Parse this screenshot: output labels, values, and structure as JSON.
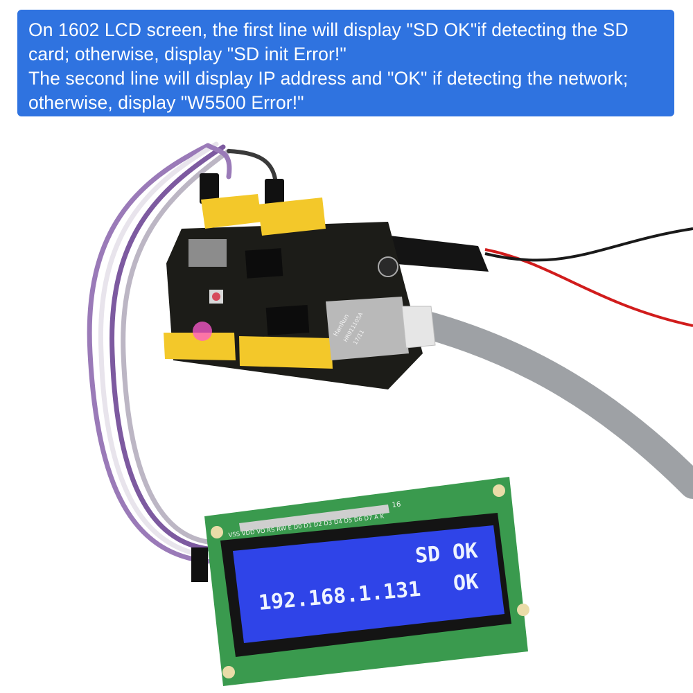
{
  "banner": {
    "lines": [
      "On 1602 LCD screen, the first line will display \"SD OK\"if detecting the SD",
      "card; otherwise, display \"SD init Error!\"",
      "The second line will display IP address and \"OK\" if detecting the network;",
      "otherwise, display \"W5500 Error!\""
    ]
  },
  "board": {
    "chip_text_1": "HanRun",
    "chip_text_2": "HR911105A",
    "chip_text_3": "17/11"
  },
  "lcd": {
    "pin_labels": "VSS VDD VO RS RW E D0 D1 D2 D3 D4 D5 D6 D7 A K",
    "pin_number": "16",
    "line1": "SD OK",
    "line2_ip": "192.168.1.131",
    "line2_status": "OK"
  },
  "colors": {
    "banner": "#2f73e0",
    "lcd_backlight": "#2f44e8",
    "lcd_pcb": "#3a9a4e",
    "board_pcb": "#1c1c18",
    "header_yellow": "#f3c82a"
  }
}
